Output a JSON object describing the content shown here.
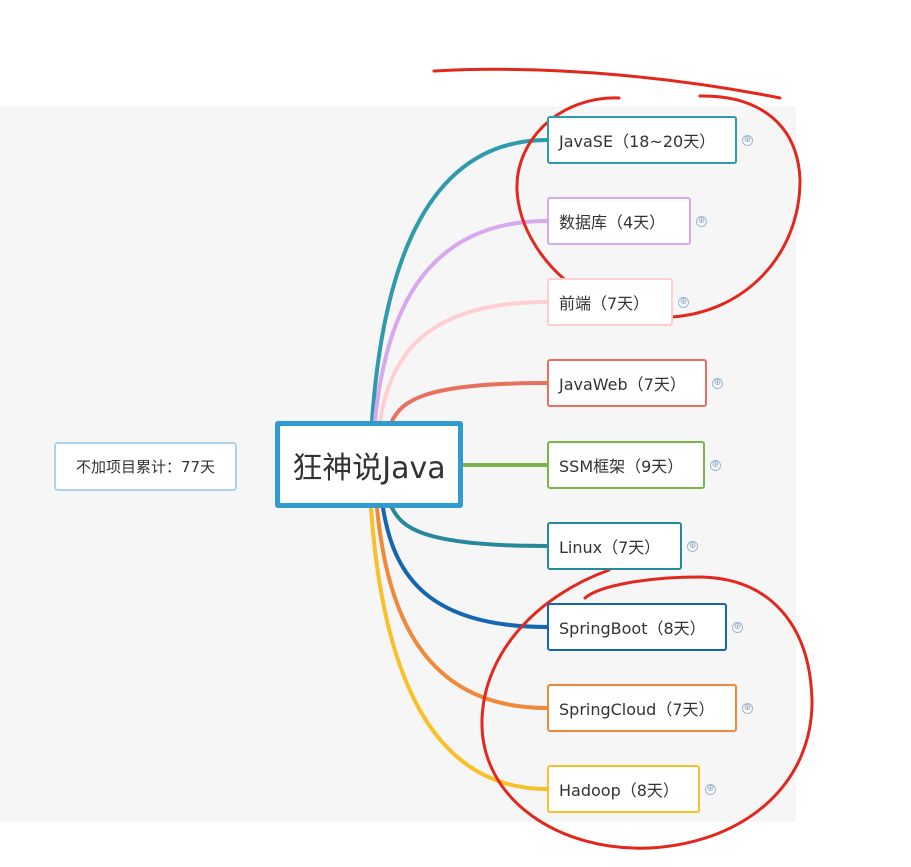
{
  "root": {
    "label": "狂神说Java",
    "color": "#2f9ccd"
  },
  "summary": {
    "label": "不加项目累计：77天"
  },
  "expand_icon": "⊕",
  "branches": [
    {
      "label": "JavaSE（18~20天）",
      "color": "#2e9aab"
    },
    {
      "label": "数据库（4天）",
      "color": "#d7a8ee"
    },
    {
      "label": "前端（7天）",
      "color": "#ffcfd0"
    },
    {
      "label": "JavaWeb（7天）",
      "color": "#e8715e"
    },
    {
      "label": "SSM框架（9天）",
      "color": "#7db44a"
    },
    {
      "label": "Linux（7天）",
      "color": "#27889b"
    },
    {
      "label": "SpringBoot（8天）",
      "color": "#1566b2"
    },
    {
      "label": "SpringCloud（7天）",
      "color": "#ef8a3c"
    },
    {
      "label": "Hadoop（8天）",
      "color": "#f8c12b"
    }
  ],
  "annotation_color": "#e3271d"
}
